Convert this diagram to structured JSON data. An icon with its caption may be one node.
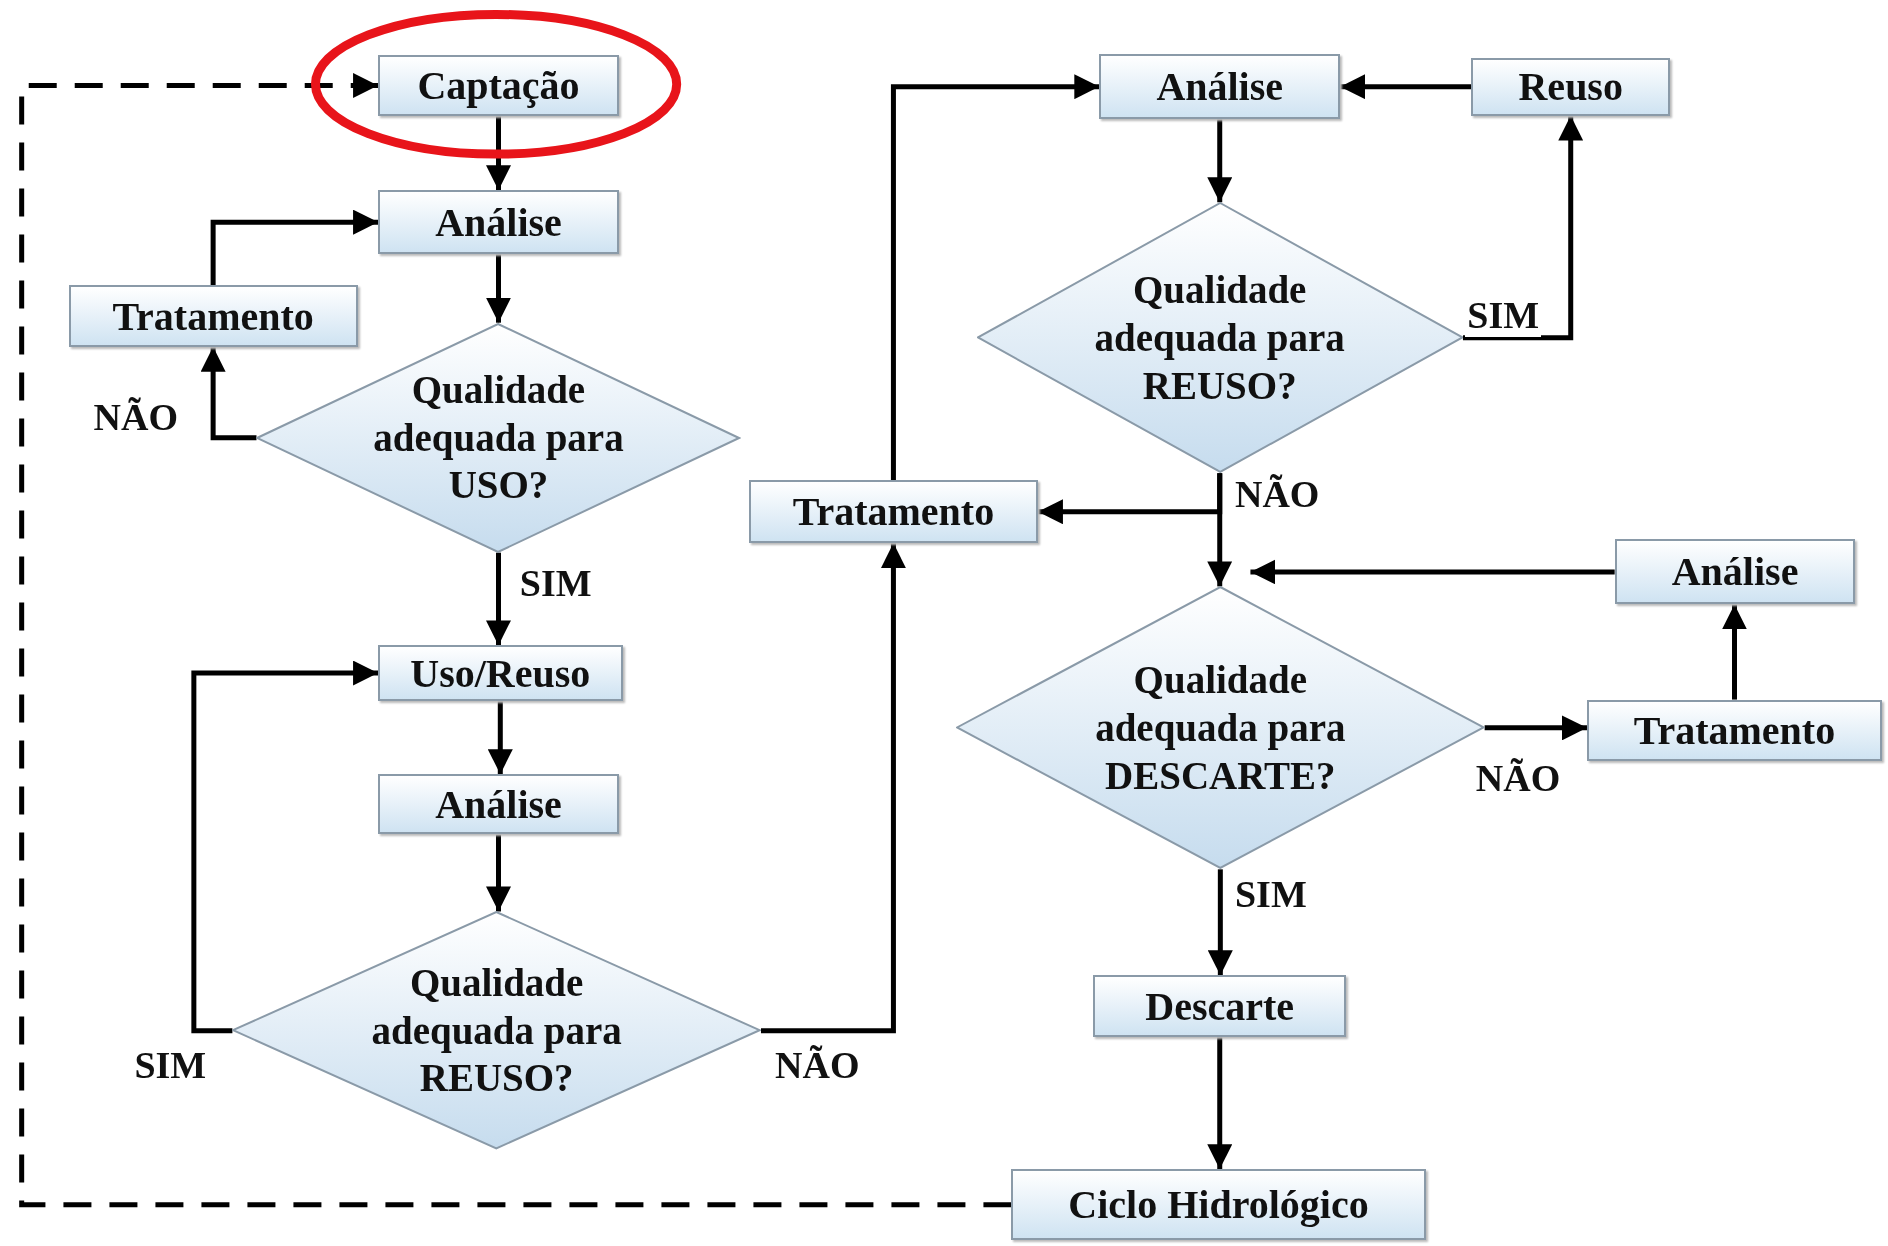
{
  "diagram": {
    "nodes": [
      {
        "text": [
          "Captação"
        ]
      },
      {
        "text": [
          "Análise"
        ]
      },
      {
        "text": [
          "Tratamento"
        ]
      },
      {
        "text": [
          "Qualidade adequada para USO?"
        ]
      },
      {
        "text": [
          "Uso/Reuso"
        ]
      },
      {
        "text": [
          "Análise"
        ]
      },
      {
        "text": [
          "Qualidade adequada para REUSO?"
        ]
      },
      {
        "text": [
          "Tratamento"
        ]
      },
      {
        "text": [
          "Análise"
        ]
      },
      {
        "text": [
          "Reuso"
        ]
      },
      {
        "text": [
          "Qualidade adequada para REUSO?"
        ]
      },
      {
        "text": [
          "Análise"
        ]
      },
      {
        "text": [
          "Qualidade adequada para DESCARTE?"
        ]
      },
      {
        "text": [
          "Tratamento"
        ]
      },
      {
        "text": [
          "Descarte"
        ]
      },
      {
        "text": [
          "Ciclo Hidrológico"
        ]
      }
    ],
    "edges": [
      {
        "from": 0,
        "to": 1,
        "arrow": "to"
      },
      {
        "from": 1,
        "to": 3,
        "arrow": "to"
      },
      {
        "from": 3,
        "to": 2,
        "arrow": "to",
        "label": "NÃO"
      },
      {
        "from": 2,
        "to": 1,
        "arrow": "to"
      },
      {
        "from": 3,
        "to": 4,
        "arrow": "to",
        "label": "SIM"
      },
      {
        "from": 4,
        "to": 5,
        "arrow": "to"
      },
      {
        "from": 5,
        "to": 6,
        "arrow": "to"
      },
      {
        "from": 6,
        "to": 4,
        "arrow": "to",
        "label": "SIM"
      },
      {
        "from": 6,
        "to": 7,
        "arrow": "to",
        "label": "NÃO"
      },
      {
        "from": 7,
        "to": 8,
        "arrow": "to"
      },
      {
        "from": 8,
        "to": 10,
        "arrow": "to"
      },
      {
        "from": 10,
        "to": 9,
        "arrow": "to",
        "label": "SIM"
      },
      {
        "from": 9,
        "to": 8,
        "arrow": "to"
      },
      {
        "from": 10,
        "to": 12,
        "arrow": "to",
        "label": "NÃO"
      },
      {
        "from": 10,
        "to": 7,
        "arrow": "to"
      },
      {
        "from": 11,
        "to": 12,
        "arrow": "to"
      },
      {
        "from": 12,
        "to": 13,
        "arrow": "to",
        "label": "NÃO"
      },
      {
        "from": 13,
        "to": 11,
        "arrow": "to"
      },
      {
        "from": 12,
        "to": 14,
        "arrow": "to",
        "label": "SIM"
      },
      {
        "from": 14,
        "to": 15,
        "arrow": "to"
      },
      {
        "from": 15,
        "to": 0,
        "arrow": "to",
        "style": "dashed"
      }
    ]
  }
}
